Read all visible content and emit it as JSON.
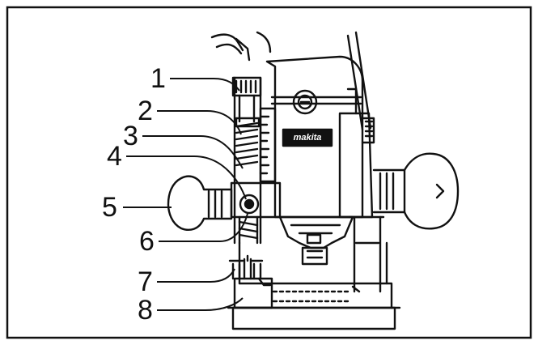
{
  "figure": {
    "type": "technical-line-drawing",
    "subject": "plunge-router",
    "brand_label": "makita",
    "callouts": [
      {
        "number": "1"
      },
      {
        "number": "2"
      },
      {
        "number": "3"
      },
      {
        "number": "4"
      },
      {
        "number": "5"
      },
      {
        "number": "6"
      },
      {
        "number": "7"
      },
      {
        "number": "8"
      }
    ]
  },
  "colors": {
    "ink": "#111111",
    "background": "#ffffff"
  }
}
